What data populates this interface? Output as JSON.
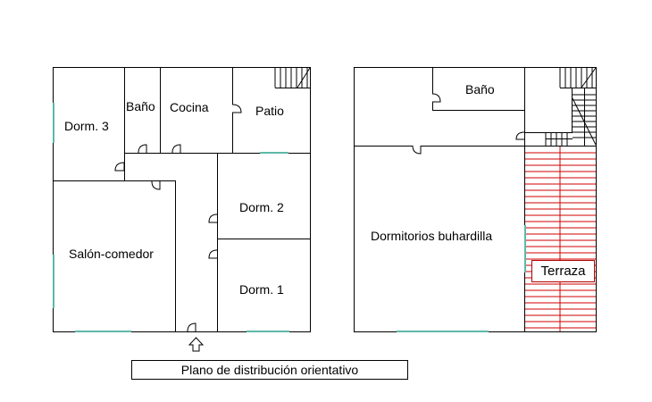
{
  "floor_plan": {
    "ground_floor": {
      "rooms": {
        "dorm3": "Dorm. 3",
        "bano": "Baño",
        "cocina": "Cocina",
        "patio": "Patio",
        "dorm2": "Dorm. 2",
        "salon": "Salón-comedor",
        "dorm1": "Dorm. 1"
      }
    },
    "upper_floor": {
      "rooms": {
        "bano": "Baño",
        "dormitorios": "Dormitorios buhardilla",
        "terraza": "Terraza"
      }
    },
    "caption": "Plano de distribución orientativo",
    "colors": {
      "walls": "#000000",
      "windows": "#5fb8a8",
      "terrace_hatch": "#d00000"
    },
    "icons": {
      "entrance": "arrow-up-icon",
      "stairs": "stairs-icon"
    }
  }
}
